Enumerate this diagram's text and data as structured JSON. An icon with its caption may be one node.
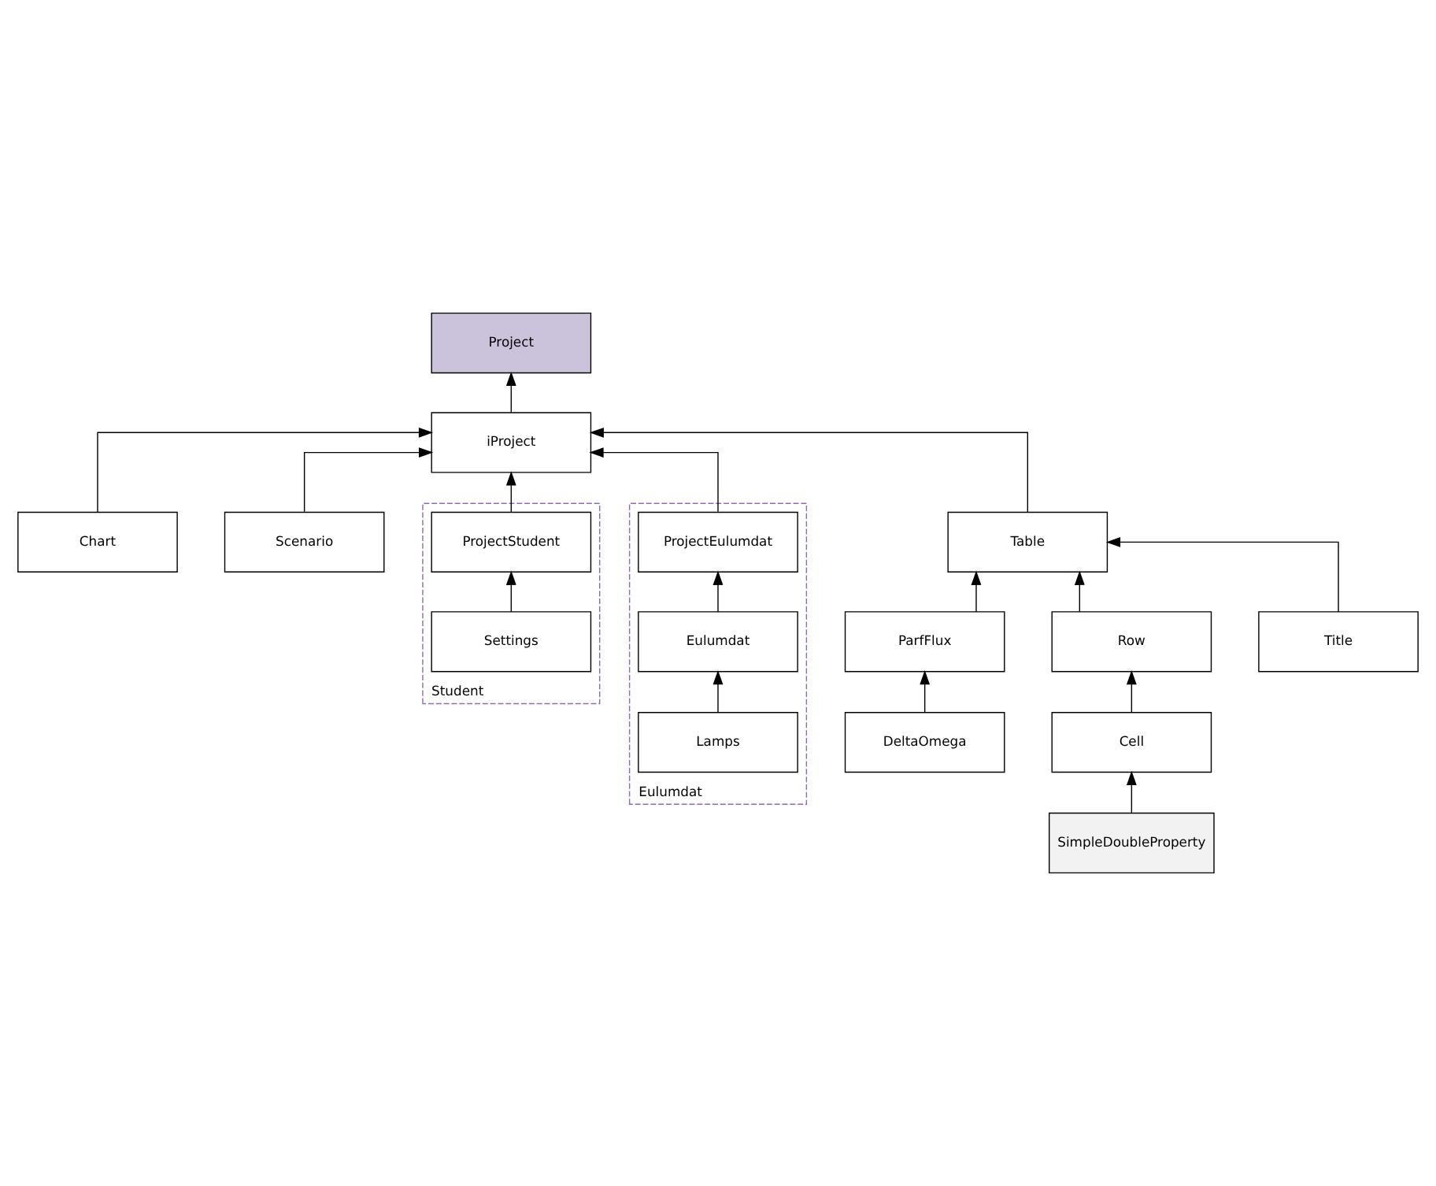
{
  "diagram": {
    "nodes": [
      {
        "text": [
          "Chart"
        ]
      },
      {
        "text": [
          "Project"
        ]
      },
      {
        "text": [
          "Scenario"
        ]
      },
      {
        "text": [
          "Student"
        ]
      },
      {
        "text": [
          "ProjectStudent"
        ],
        "in": 3
      },
      {
        "text": [
          "iProject"
        ]
      },
      {
        "text": [
          "Eulumdat"
        ]
      },
      {
        "text": [
          "ProjectEulumdat"
        ],
        "in": 6
      },
      {
        "text": [
          "Settings"
        ],
        "in": 3
      },
      {
        "text": [
          "Eulumdat"
        ],
        "in": 6
      },
      {
        "text": [
          "ParfFlux"
        ]
      },
      {
        "text": [
          "Table"
        ]
      },
      {
        "text": [
          "Lamps"
        ],
        "in": 6
      },
      {
        "text": [
          "DeltaOmega"
        ]
      },
      {
        "text": [
          "Row"
        ]
      },
      {
        "text": [
          "Title"
        ]
      },
      {
        "text": [
          "Cell"
        ]
      },
      {
        "text": [
          "SimpleDoubleProperty"
        ]
      }
    ],
    "edges": [
      {
        "from": 0,
        "to": 5,
        "arrow": "to"
      },
      {
        "from": 2,
        "to": 5,
        "arrow": "to"
      },
      {
        "from": 5,
        "to": 1,
        "arrow": "to"
      },
      {
        "from": 4,
        "to": 5,
        "arrow": "to"
      },
      {
        "from": 7,
        "to": 5,
        "arrow": "to"
      },
      {
        "from": 8,
        "to": 4,
        "arrow": "to"
      },
      {
        "from": 9,
        "to": 7,
        "arrow": "to"
      },
      {
        "from": 12,
        "to": 9,
        "arrow": "to"
      },
      {
        "from": 11,
        "to": 5,
        "arrow": "to"
      },
      {
        "from": 10,
        "to": 11,
        "arrow": "to"
      },
      {
        "from": 13,
        "to": 10,
        "arrow": "to"
      },
      {
        "from": 14,
        "to": 11,
        "arrow": "to"
      },
      {
        "from": 15,
        "to": 11,
        "arrow": "to"
      },
      {
        "from": 16,
        "to": 14,
        "arrow": "to"
      },
      {
        "from": 17,
        "to": 16,
        "arrow": "to"
      }
    ]
  }
}
